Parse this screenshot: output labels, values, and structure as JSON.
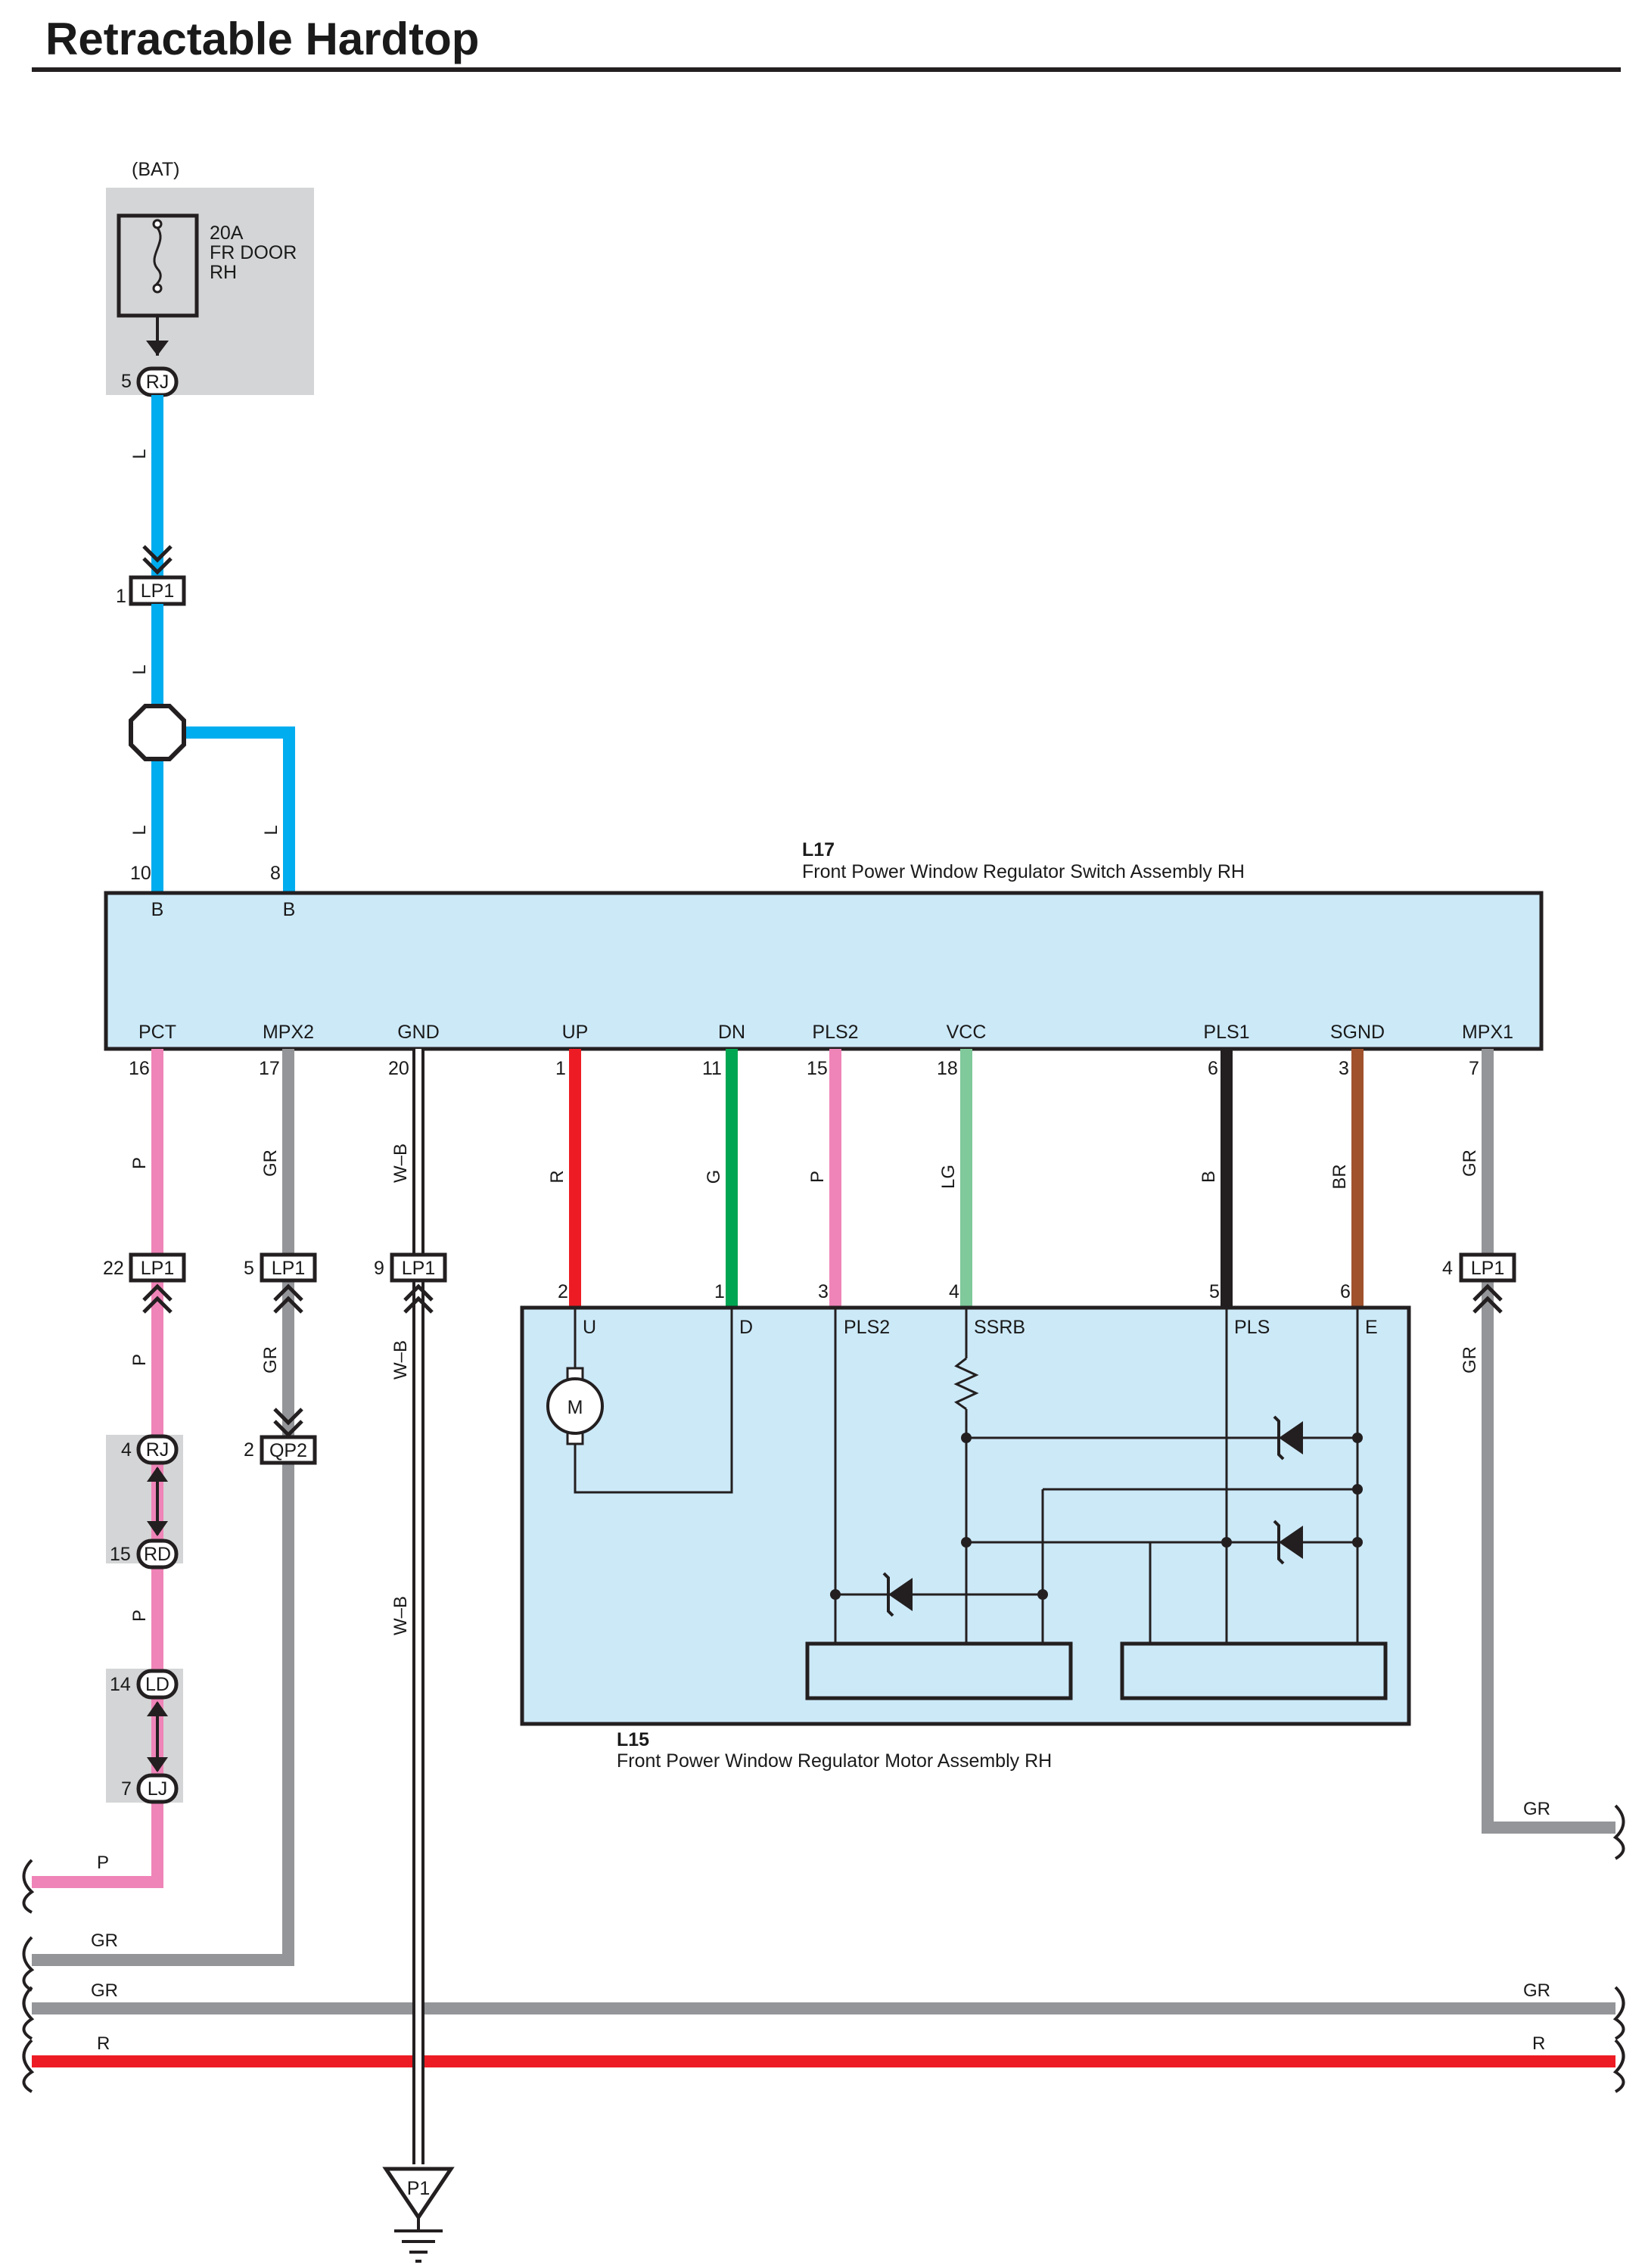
{
  "page": {
    "title": "Retractable Hardtop"
  },
  "colors": {
    "L": "#00adef",
    "P": "#ef84b8",
    "GR": "#939598",
    "R": "#ed1c24",
    "G": "#00a651",
    "LG": "#7fc99a",
    "B": "#231f20",
    "BR": "#a0522d",
    "W-B": "#ffffff",
    "body": "#cce9f8",
    "shade": "#d4d5d6"
  },
  "fuse": {
    "source": "(BAT)",
    "rating": "20A",
    "line1": "FR DOOR",
    "line2": "RH",
    "pin": "5",
    "connector": "RJ"
  },
  "l17": {
    "id": "L17",
    "name": "Front Power Window Regulator Switch Assembly RH",
    "top_pins": [
      {
        "num": "10",
        "label": "B"
      },
      {
        "num": "8",
        "label": "B"
      }
    ],
    "bottom_pins": [
      {
        "label": "PCT",
        "num": "16"
      },
      {
        "label": "MPX2",
        "num": "17"
      },
      {
        "label": "GND",
        "num": "20"
      },
      {
        "label": "UP",
        "num": "1"
      },
      {
        "label": "DN",
        "num": "11"
      },
      {
        "label": "PLS2",
        "num": "15"
      },
      {
        "label": "VCC",
        "num": "18"
      },
      {
        "label": "PLS1",
        "num": "6"
      },
      {
        "label": "SGND",
        "num": "3"
      },
      {
        "label": "MPX1",
        "num": "7"
      }
    ]
  },
  "l15": {
    "id": "L15",
    "name": "Front Power Window Regulator Motor Assembly RH",
    "pins": [
      {
        "num": "2",
        "label": "U"
      },
      {
        "num": "1",
        "label": "D"
      },
      {
        "num": "3",
        "label": "PLS2"
      },
      {
        "num": "4",
        "label": "SSRB"
      },
      {
        "num": "5",
        "label": "PLS"
      },
      {
        "num": "6",
        "label": "E"
      }
    ],
    "motor": "M"
  },
  "connectors": [
    {
      "pin": "1",
      "name": "LP1"
    },
    {
      "pin": "22",
      "name": "LP1"
    },
    {
      "pin": "5",
      "name": "LP1"
    },
    {
      "pin": "9",
      "name": "LP1"
    },
    {
      "pin": "4",
      "name": "LP1"
    },
    {
      "pin": "2",
      "name": "QP2"
    },
    {
      "pin": "4",
      "name": "RJ"
    },
    {
      "pin": "15",
      "name": "RD"
    },
    {
      "pin": "14",
      "name": "LD"
    },
    {
      "pin": "7",
      "name": "LJ"
    }
  ],
  "wire_labels": {
    "l_a": "L",
    "l_b": "L",
    "l_c": "L",
    "l_d": "L",
    "pct_a": "P",
    "pct_b": "P",
    "pct_c": "P",
    "pct_h": "P",
    "mpx2_a": "GR",
    "mpx2_b": "GR",
    "mpx2_h": "GR",
    "gnd_a": "W–B",
    "gnd_b": "W–B",
    "gnd_c": "W–B",
    "up": "R",
    "dn": "G",
    "pls2": "P",
    "vcc": "LG",
    "pls1": "B",
    "sgnd": "BR",
    "mpx1_a": "GR",
    "mpx1_b": "GR",
    "mpx1_h": "GR",
    "gr_left": "GR",
    "gr_right": "GR",
    "r_left": "R",
    "r_right": "R"
  },
  "ground": {
    "name": "P1"
  }
}
